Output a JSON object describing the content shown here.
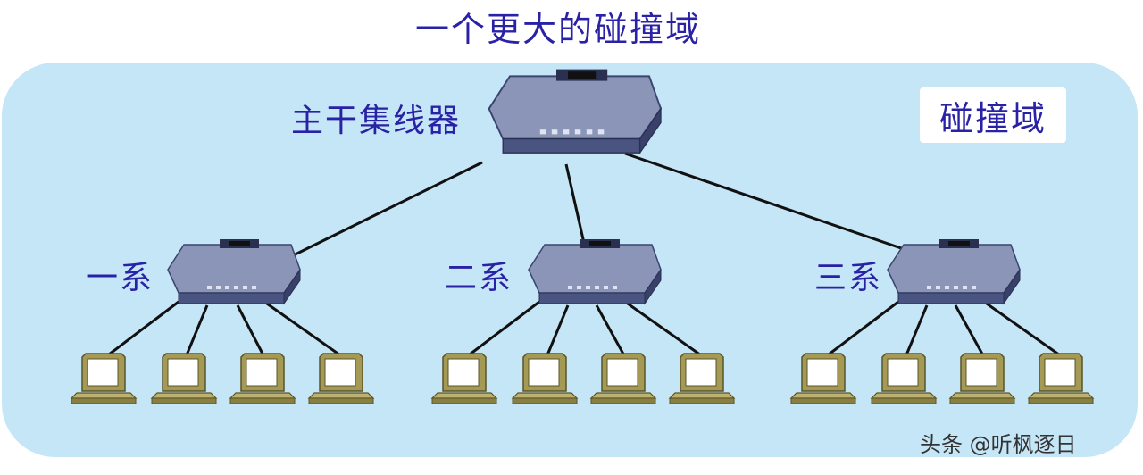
{
  "title": "一个更大的碰撞域",
  "domain_label": "碰撞域",
  "backbone_label": "主干集线器",
  "dept_labels": [
    "一系",
    "二系",
    "三系"
  ],
  "watermark": "头条 @听枫逐日",
  "colors": {
    "text": "#2a22a6",
    "domain_bg": "#c5e6f6",
    "hub_top": "#8a95b8",
    "hub_side": "#4a5480",
    "computer_frame": "#a59a55",
    "screen": "#ffffff",
    "line": "#111111"
  },
  "icons": [
    "hub-icon",
    "computer-icon"
  ]
}
